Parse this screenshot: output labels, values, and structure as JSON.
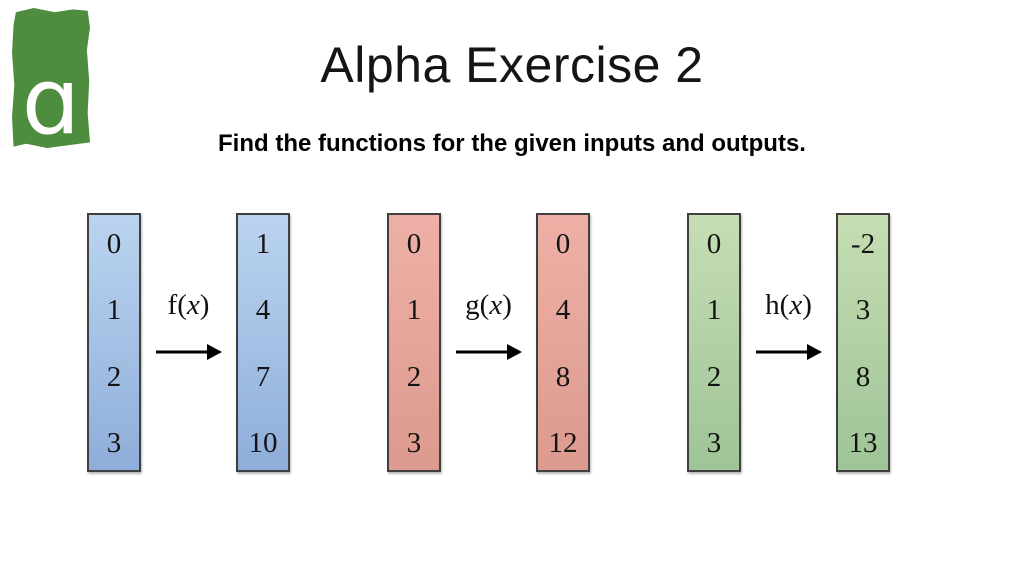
{
  "logo": {
    "letter": "ɑ",
    "color": "#4e8c3e"
  },
  "header": {
    "title": "Alpha Exercise 2",
    "subtitle": "Find the functions for the given inputs and outputs."
  },
  "symbols": {
    "open_paren": "(",
    "close_paren": ")"
  },
  "groups": [
    {
      "fn": "f",
      "arg": "x",
      "col_top": "#bad4ef",
      "col_bottom": "#8fadda",
      "inputs": [
        "0",
        "1",
        "2",
        "3"
      ],
      "outputs": [
        "1",
        "4",
        "7",
        "10"
      ]
    },
    {
      "fn": "g",
      "arg": "x",
      "col_top": "#eeb0a6",
      "col_bottom": "#dd9a8e",
      "inputs": [
        "0",
        "1",
        "2",
        "3"
      ],
      "outputs": [
        "0",
        "4",
        "8",
        "12"
      ]
    },
    {
      "fn": "h",
      "arg": "x",
      "col_top": "#c6deb3",
      "col_bottom": "#9ec497",
      "inputs": [
        "0",
        "1",
        "2",
        "3"
      ],
      "outputs": [
        "-2",
        "3",
        "8",
        "13"
      ]
    }
  ]
}
